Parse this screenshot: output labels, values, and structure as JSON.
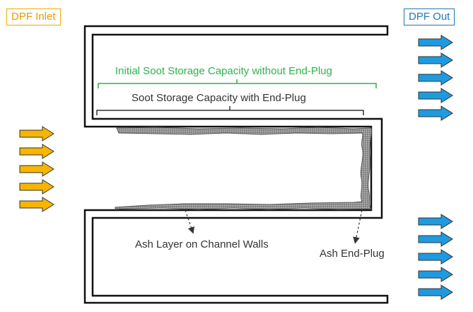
{
  "labels": {
    "inlet": "DPF Inlet",
    "outlet": "DPF Out",
    "initial_capacity": "Initial Soot Storage Capacity without End-Plug",
    "capacity_with_plug": "Soot Storage Capacity with End-Plug",
    "ash_layer": "Ash Layer on Channel Walls",
    "ash_endplug": "Ash End-Plug"
  },
  "colors": {
    "inlet_arrow": "#F7B500",
    "outlet_arrow": "#1E9BE0",
    "arrow_outline": "#333333",
    "wall": "#111111",
    "ash": "#8C8C8C",
    "initial_bracket": "#2DB34A",
    "plug_bracket": "#333333"
  },
  "icons": {
    "inlet_arrows": "right-arrow-icon",
    "outlet_arrows": "right-arrow-icon"
  }
}
